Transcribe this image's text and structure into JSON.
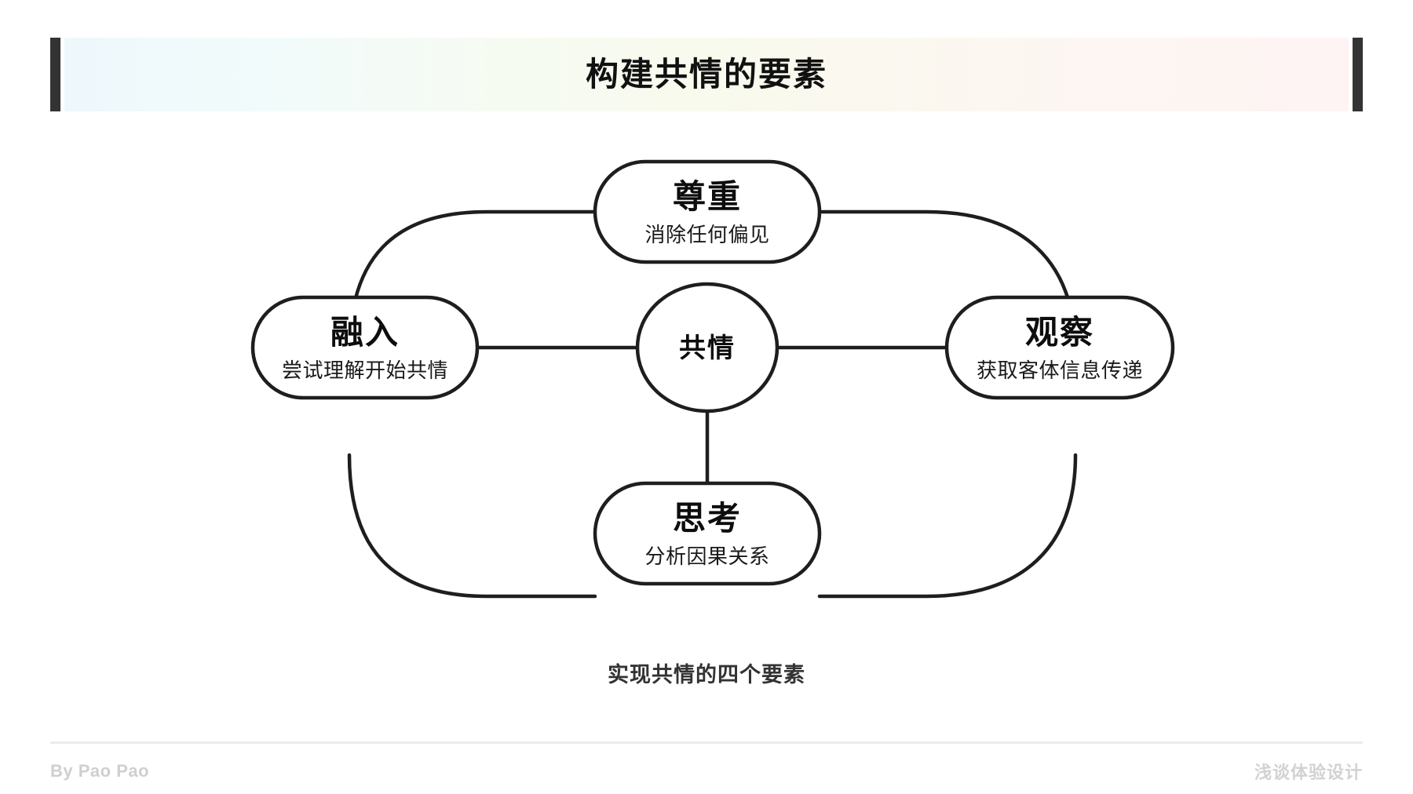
{
  "header": {
    "title": "构建共情的要素",
    "accent_bar_color": "#333333",
    "band_gradient": [
      "#eef8fc",
      "#f6fbf2",
      "#fdf4f3"
    ]
  },
  "diagram": {
    "center": {
      "label": "共情"
    },
    "nodes": [
      {
        "id": "top",
        "title": "尊重",
        "subtitle": "消除任何偏见"
      },
      {
        "id": "left",
        "title": "融入",
        "subtitle": "尝试理解开始共情"
      },
      {
        "id": "right",
        "title": "观察",
        "subtitle": "获取客体信息传递"
      },
      {
        "id": "bottom",
        "title": "思考",
        "subtitle": "分析因果关系"
      }
    ],
    "stroke_color": "#1e1e1e",
    "fill_color": "#ffffff"
  },
  "caption": {
    "text": "实现共情的四个要素"
  },
  "footer": {
    "left": "By Pao Pao",
    "right": "浅谈体验设计",
    "rule_color": "#ebebeb"
  }
}
